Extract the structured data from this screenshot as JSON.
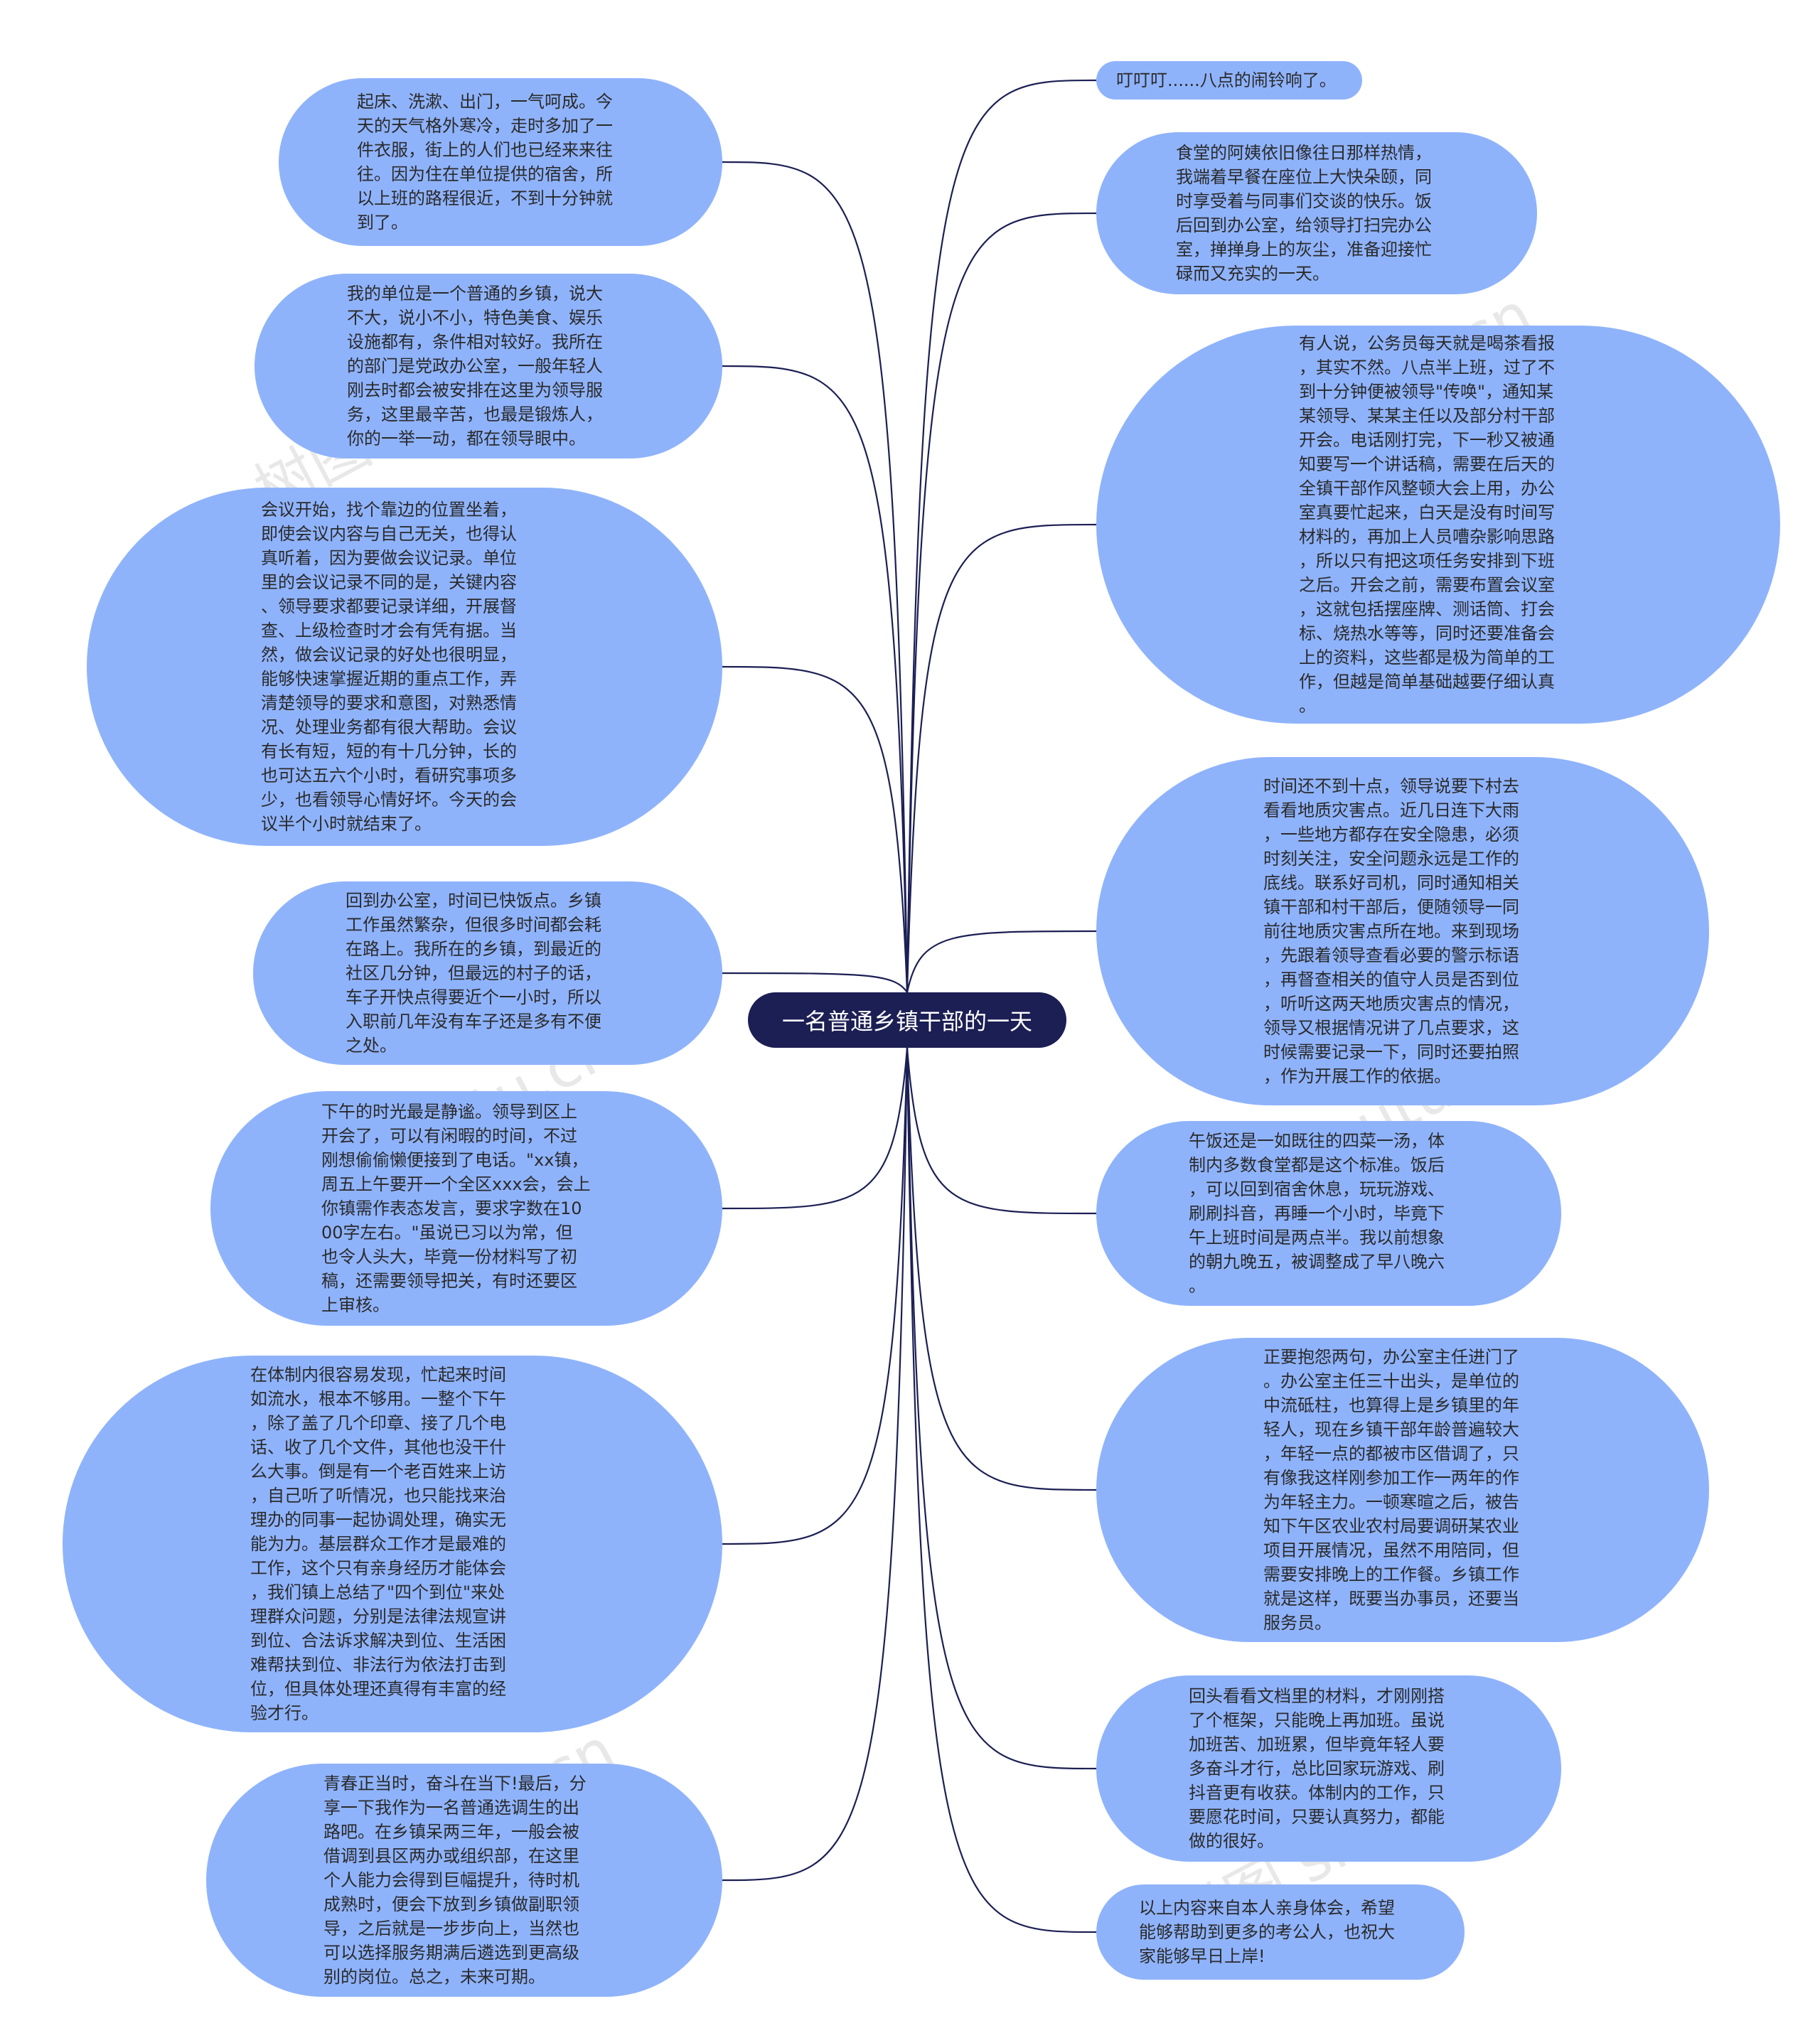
{
  "center": {
    "label": "一名普通乡镇干部的一天"
  },
  "watermark": "树图 shutu.cn",
  "colors": {
    "node": "#8fb3fb",
    "center": "#1c1f54",
    "line": "#1c1f54"
  },
  "nodes": [
    {
      "id": "n1",
      "side": "left",
      "text": "起床、洗漱、出门，一气呵成。今\n天的天气格外寒冷，走时多加了一\n件衣服，街上的人们也已经来来往\n往。因为住在单位提供的宿舍，所\n以上班的路程很近，不到十分钟就\n到了。"
    },
    {
      "id": "n2",
      "side": "left",
      "text": "我的单位是一个普通的乡镇，说大\n不大，说小不小，特色美食、娱乐\n设施都有，条件相对较好。我所在\n的部门是党政办公室，一般年轻人\n刚去时都会被安排在这里为领导服\n务，这里最辛苦，也最是锻炼人，\n你的一举一动，都在领导眼中。"
    },
    {
      "id": "n3",
      "side": "left",
      "text": "会议开始，找个靠边的位置坐着，\n即使会议内容与自己无关，也得认\n真听着，因为要做会议记录。单位\n里的会议记录不同的是，关键内容\n、领导要求都要记录详细，开展督\n查、上级检查时才会有凭有据。当\n然，做会议记录的好处也很明显，\n能够快速掌握近期的重点工作，弄\n清楚领导的要求和意图，对熟悉情\n况、处理业务都有很大帮助。会议\n有长有短，短的有十几分钟，长的\n也可达五六个小时，看研究事项多\n少，也看领导心情好坏。今天的会\n议半个小时就结束了。"
    },
    {
      "id": "n4",
      "side": "left",
      "text": "回到办公室，时间已快饭点。乡镇\n工作虽然繁杂，但很多时间都会耗\n在路上。我所在的乡镇，到最近的\n社区几分钟，但最远的村子的话，\n车子开快点得要近个一小时，所以\n入职前几年没有车子还是多有不便\n之处。"
    },
    {
      "id": "n5",
      "side": "left",
      "text": "下午的时光最是静谧。领导到区上\n开会了，可以有闲暇的时间，不过\n刚想偷偷懒便接到了电话。\"xx镇，\n周五上午要开一个全区xxx会，会上\n你镇需作表态发言，要求字数在10\n00字左右。\"虽说已习以为常，但\n也令人头大，毕竟一份材料写了初\n稿，还需要领导把关，有时还要区\n上审核。"
    },
    {
      "id": "n6",
      "side": "left",
      "text": "在体制内很容易发现，忙起来时间\n如流水，根本不够用。一整个下午\n，除了盖了几个印章、接了几个电\n话、收了几个文件，其他也没干什\n么大事。倒是有一个老百姓来上访\n，自己听了听情况，也只能找来治\n理办的同事一起协调处理，确实无\n能为力。基层群众工作才是最难的\n工作，这个只有亲身经历才能体会\n，我们镇上总结了\"四个到位\"来处\n理群众问题，分别是法律法规宣讲\n到位、合法诉求解决到位、生活困\n难帮扶到位、非法行为依法打击到\n位，但具体处理还真得有丰富的经\n验才行。"
    },
    {
      "id": "n7",
      "side": "left",
      "text": "青春正当时，奋斗在当下!最后，分\n享一下我作为一名普通选调生的出\n路吧。在乡镇呆两三年，一般会被\n借调到县区两办或组织部，在这里\n个人能力会得到巨幅提升，待时机\n成熟时，便会下放到乡镇做副职领\n导，之后就是一步步向上，当然也\n可以选择服务期满后遴选到更高级\n别的岗位。总之，未来可期。"
    },
    {
      "id": "n8",
      "side": "right",
      "text": "叮叮叮......八点的闹铃响了。"
    },
    {
      "id": "n9",
      "side": "right",
      "text": "食堂的阿姨依旧像往日那样热情，\n我端着早餐在座位上大快朵颐，同\n时享受着与同事们交谈的快乐。饭\n后回到办公室，给领导打扫完办公\n室，掸掸身上的灰尘，准备迎接忙\n碌而又充实的一天。"
    },
    {
      "id": "n10",
      "side": "right",
      "text": "有人说，公务员每天就是喝茶看报\n，其实不然。八点半上班，过了不\n到十分钟便被领导\"传唤\"，通知某\n某领导、某某主任以及部分村干部\n开会。电话刚打完，下一秒又被通\n知要写一个讲话稿，需要在后天的\n全镇干部作风整顿大会上用，办公\n室真要忙起来，白天是没有时间写\n材料的，再加上人员嘈杂影响思路\n，所以只有把这项任务安排到下班\n之后。开会之前，需要布置会议室\n，这就包括摆座牌、测话筒、打会\n标、烧热水等等，同时还要准备会\n上的资料，这些都是极为简单的工\n作，但越是简单基础越要仔细认真\n。"
    },
    {
      "id": "n11",
      "side": "right",
      "text": "时间还不到十点，领导说要下村去\n看看地质灾害点。近几日连下大雨\n，一些地方都存在安全隐患，必须\n时刻关注，安全问题永远是工作的\n底线。联系好司机，同时通知相关\n镇干部和村干部后，便随领导一同\n前往地质灾害点所在地。来到现场\n，先跟着领导查看必要的警示标语\n，再督查相关的值守人员是否到位\n，听听这两天地质灾害点的情况，\n领导又根据情况讲了几点要求，这\n时候需要记录一下，同时还要拍照\n，作为开展工作的依据。"
    },
    {
      "id": "n12",
      "side": "right",
      "text": "午饭还是一如既往的四菜一汤，体\n制内多数食堂都是这个标准。饭后\n，可以回到宿舍休息，玩玩游戏、\n刷刷抖音，再睡一个小时，毕竟下\n午上班时间是两点半。我以前想象\n的朝九晚五，被调整成了早八晚六\n。"
    },
    {
      "id": "n13",
      "side": "right",
      "text": "正要抱怨两句，办公室主任进门了\n。办公室主任三十出头，是单位的\n中流砥柱，也算得上是乡镇里的年\n轻人，现在乡镇干部年龄普遍较大\n，年轻一点的都被市区借调了，只\n有像我这样刚参加工作一两年的作\n为年轻主力。一顿寒暄之后，被告\n知下午区农业农村局要调研某农业\n项目开展情况，虽然不用陪同，但\n需要安排晚上的工作餐。乡镇工作\n就是这样，既要当办事员，还要当\n服务员。"
    },
    {
      "id": "n14",
      "side": "right",
      "text": "回头看看文档里的材料，才刚刚搭\n了个框架，只能晚上再加班。虽说\n加班苦、加班累，但毕竟年轻人要\n多奋斗才行，总比回家玩游戏、刷\n抖音更有收获。体制内的工作，只\n要愿花时间，只要认真努力，都能\n做的很好。"
    },
    {
      "id": "n15",
      "side": "right",
      "text": "以上内容来自本人亲身体会，希望\n能够帮助到更多的考公人，也祝大\n家能够早日上岸!"
    }
  ]
}
